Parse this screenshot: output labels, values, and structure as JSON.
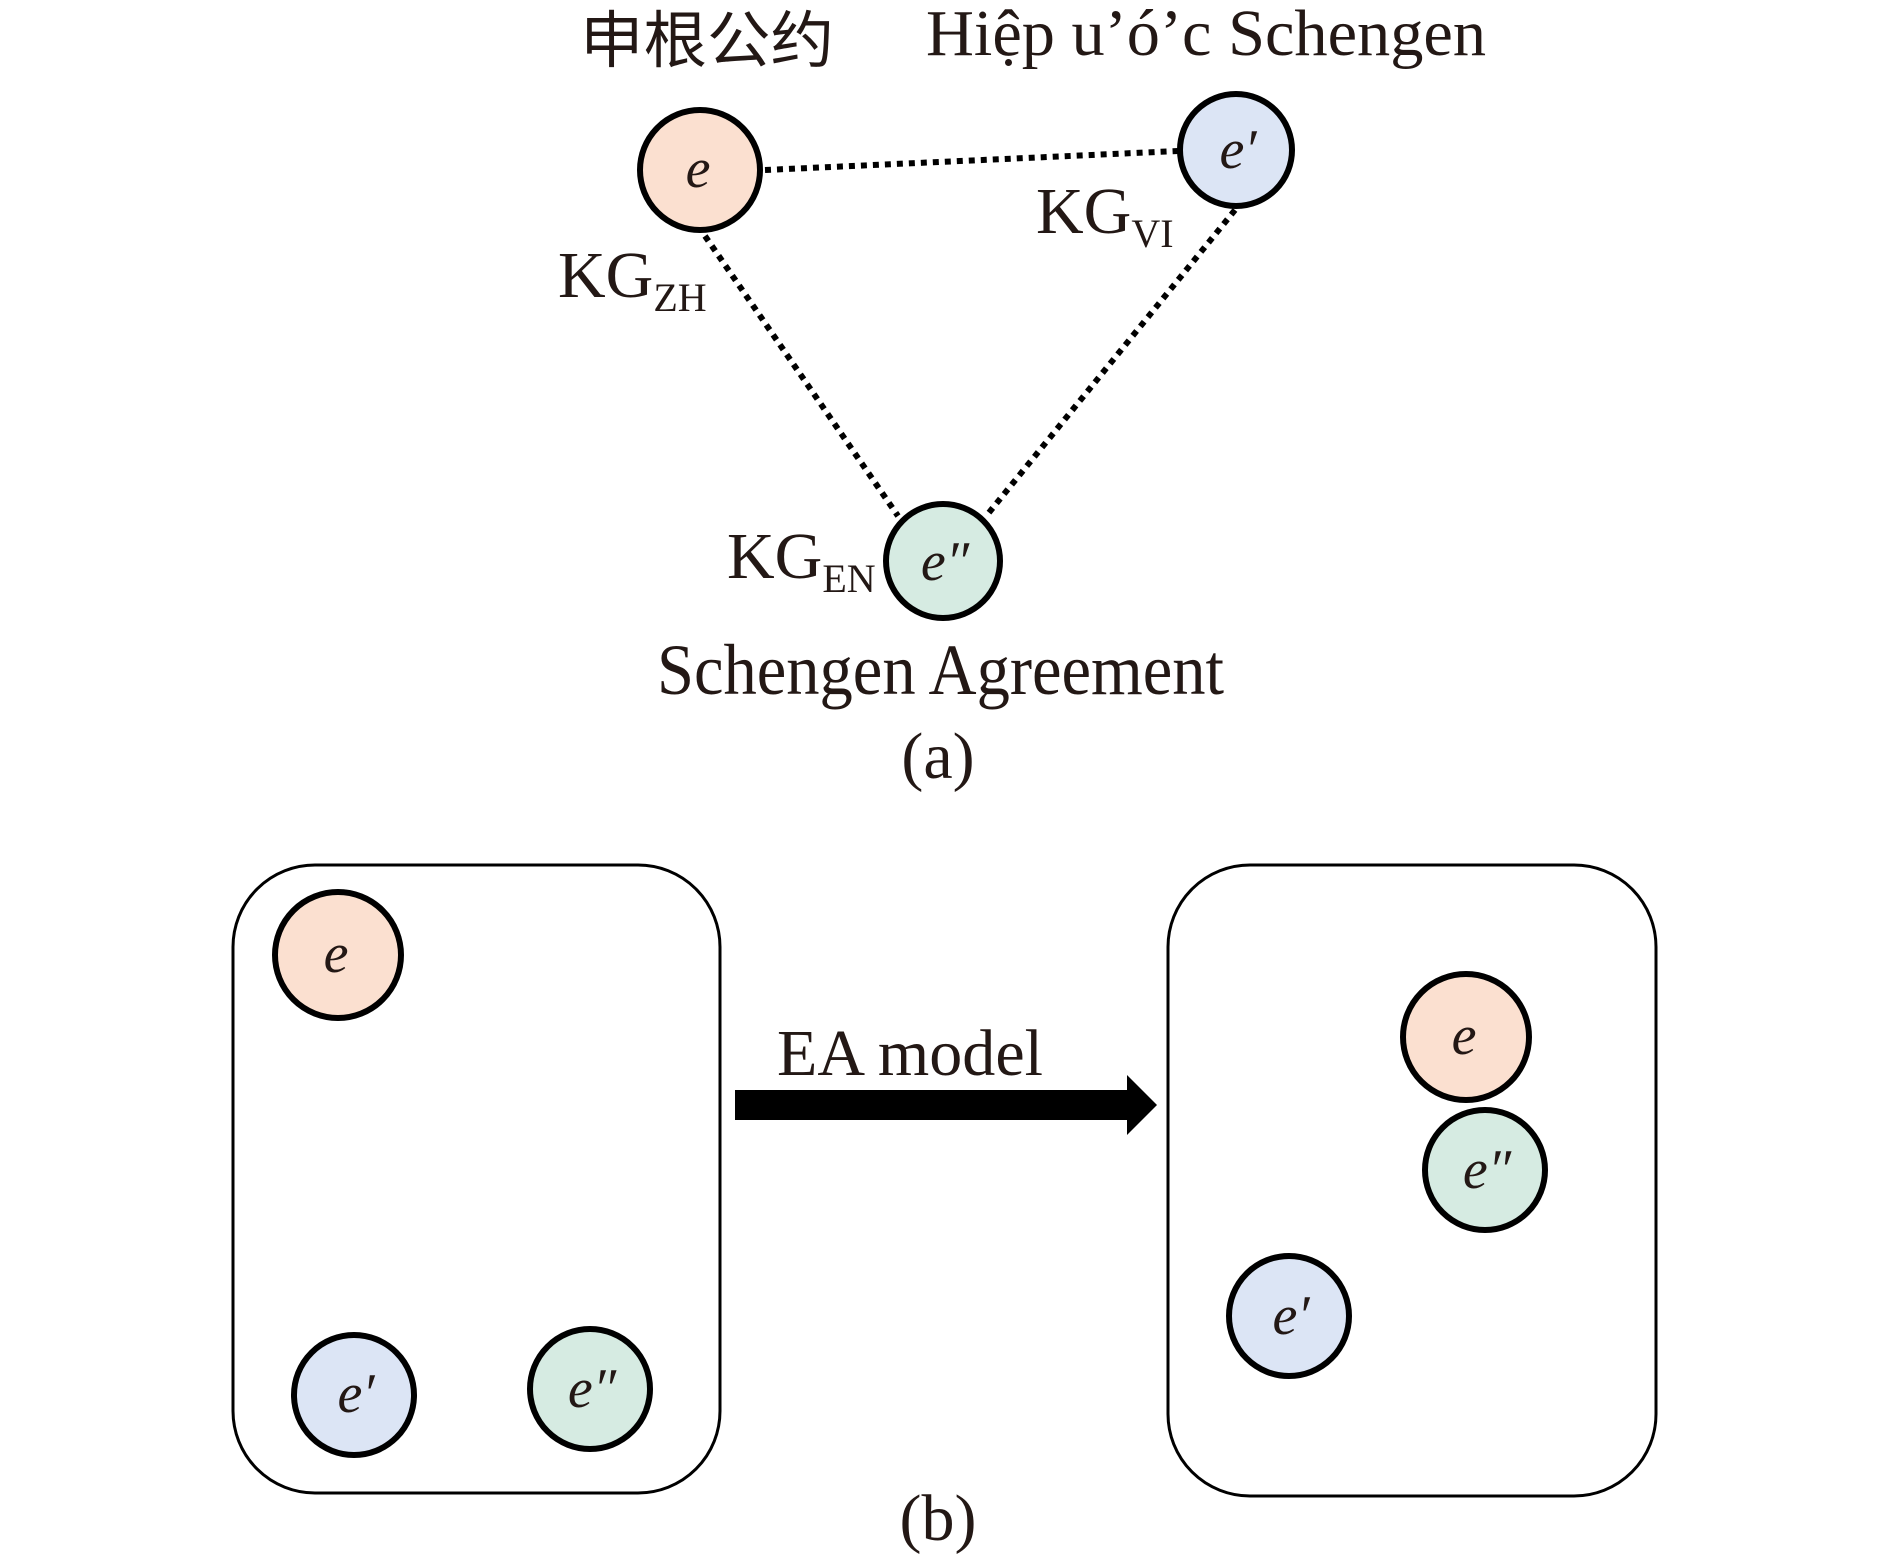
{
  "colors": {
    "zh": "#fbe0d0",
    "vi": "#dce5f5",
    "en": "#d6ebe2",
    "text": "#231815",
    "stroke": "#000000"
  },
  "panel_a": {
    "caption": "(a)",
    "nodes": {
      "zh": {
        "symbol": "e",
        "title": "申根公约",
        "kg_main": "KG",
        "kg_sub": "ZH"
      },
      "vi": {
        "symbol": "e′",
        "title": "Hiệp u’ó’c Schengen",
        "kg_main": "KG",
        "kg_sub": "VI"
      },
      "en": {
        "symbol": "e″",
        "title": "Schengen Agreement",
        "kg_main": "KG",
        "kg_sub": "EN"
      }
    },
    "edges": [
      {
        "from": "zh",
        "to": "vi",
        "style": "dotted"
      },
      {
        "from": "zh",
        "to": "en",
        "style": "dotted"
      },
      {
        "from": "vi",
        "to": "en",
        "style": "dotted"
      }
    ]
  },
  "panel_b": {
    "caption": "(b)",
    "arrow_label": "EA model",
    "before": {
      "nodes": [
        {
          "id": "zh",
          "symbol": "e"
        },
        {
          "id": "vi",
          "symbol": "e′"
        },
        {
          "id": "en",
          "symbol": "e″"
        }
      ]
    },
    "after": {
      "nodes": [
        {
          "id": "zh",
          "symbol": "e"
        },
        {
          "id": "en",
          "symbol": "e″"
        },
        {
          "id": "vi",
          "symbol": "e′"
        }
      ]
    }
  }
}
